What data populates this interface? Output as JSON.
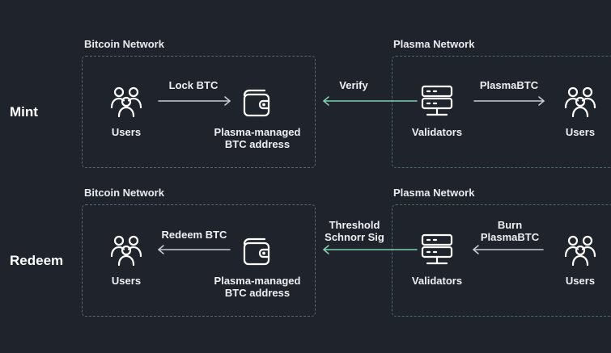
{
  "mint": {
    "title": "Mint",
    "bitcoin_network_label": "Bitcoin Network",
    "plasma_network_label": "Plasma Network",
    "users_left_label": "Users",
    "lock_label": "Lock BTC",
    "address_label": "Plasma-managed\nBTC address",
    "verify_label": "Verify",
    "validators_label": "Validators",
    "plasmabtc_label": "PlasmaBTC",
    "users_right_label": "Users"
  },
  "redeem": {
    "title": "Redeem",
    "bitcoin_network_label": "Bitcoin Network",
    "plasma_network_label": "Plasma Network",
    "users_left_label": "Users",
    "redeem_label": "Redeem BTC",
    "address_label": "Plasma-managed\nBTC address",
    "signature_label": "Threshold\nSchnorr Sig",
    "validators_label": "Validators",
    "burn_label": "Burn\nPlasmaBTC",
    "users_right_label": "Users"
  },
  "colors": {
    "background": "#1f232b",
    "icon_stroke": "#ffffff",
    "plain_arrow": "#c9cdd4",
    "green_arrow": "#7fd1b0",
    "bitcoin_box_border": "#5e6673",
    "plasma_box_border": "#4c6b67"
  },
  "icons": [
    "users-icon",
    "wallet-icon",
    "server-icon",
    "arrow-right-icon",
    "arrow-left-icon"
  ]
}
